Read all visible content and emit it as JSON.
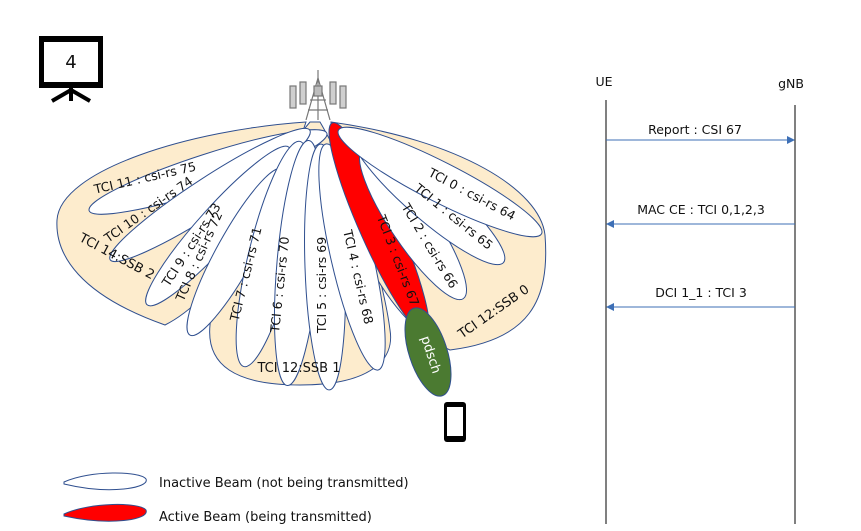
{
  "slide_number": "4",
  "colors": {
    "ssb_fill": "#fdeccd",
    "beam_stroke": "#2f4f8f",
    "active_beam": "#ff0000",
    "pdsch": "#4b7a31",
    "arrow": "#3d6fb6"
  },
  "icons": [
    "presentation-board-icon",
    "cell-tower-icon",
    "smartphone-icon"
  ],
  "ssb_groups": [
    {
      "label": "TCI 14:SSB 2"
    },
    {
      "label": "TCI 12:SSB 1"
    },
    {
      "label": "TCI 12:SSB 0"
    }
  ],
  "beams": [
    {
      "label": "TCI 11 : csi-rs 75",
      "active": false
    },
    {
      "label": "TCI 10 : csi-rs 74",
      "active": false
    },
    {
      "label": "TCI 9 : csi-rs 73",
      "active": false
    },
    {
      "label": "TCI 8 : csi-rs 72",
      "active": false
    },
    {
      "label": "TCI 7 : csi-rs 71",
      "active": false
    },
    {
      "label": "TCI 6 : csi-rs 70",
      "active": false
    },
    {
      "label": "TCI 5 : csi-rs 69",
      "active": false
    },
    {
      "label": "TCI 4 : csi-rs 68",
      "active": false
    },
    {
      "label": "TCI 3 : csi-rs 67",
      "active": true
    },
    {
      "label": "TCI 2 : csi-rs 66",
      "active": false
    },
    {
      "label": "TCI 1 : csi-rs 65",
      "active": false
    },
    {
      "label": "TCI 0 : csi-rs 64",
      "active": false
    }
  ],
  "pdsch_label": "pdsch",
  "sequence": {
    "left_entity": "UE",
    "right_entity": "gNB",
    "messages": [
      {
        "label": "Report : CSI 67",
        "direction": "to-right"
      },
      {
        "label": "MAC CE : TCI 0,1,2,3",
        "direction": "to-left"
      },
      {
        "label": "DCI 1_1 : TCI 3",
        "direction": "to-left"
      }
    ]
  },
  "legend": {
    "inactive": "Inactive Beam (not being  transmitted)",
    "active": "Active Beam (being  transmitted)"
  }
}
